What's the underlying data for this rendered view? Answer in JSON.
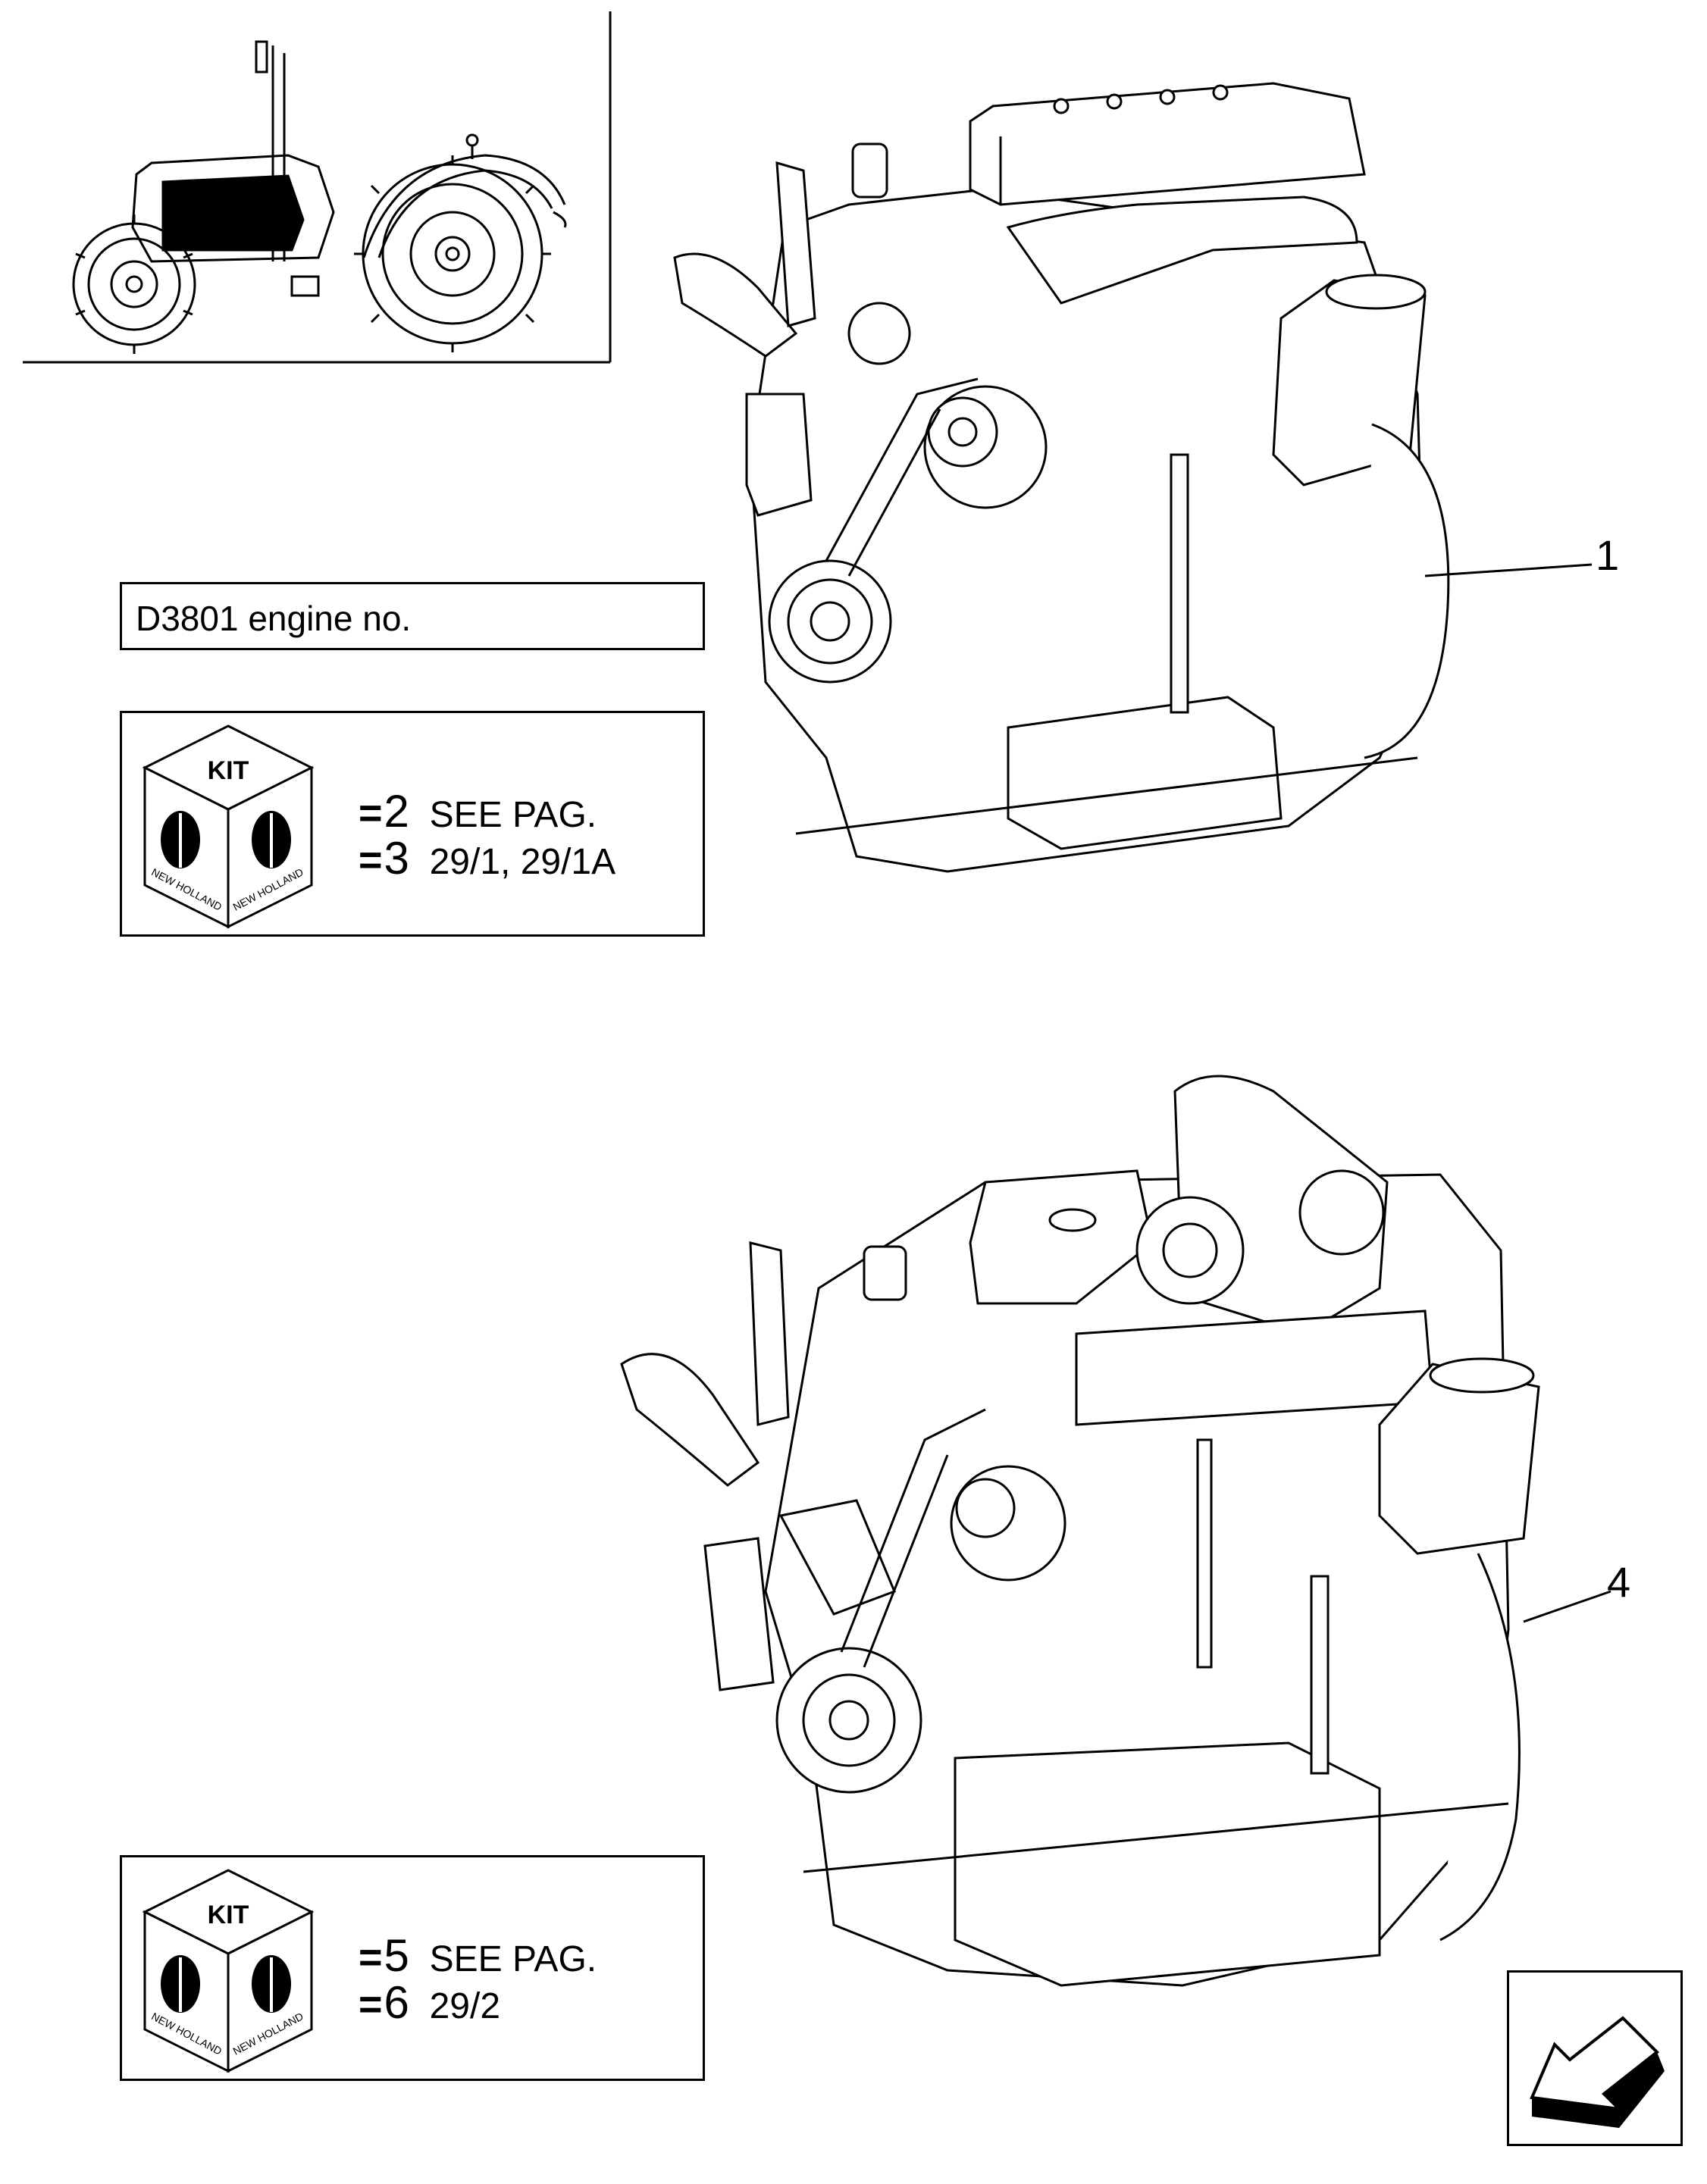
{
  "engine_label": "D3801 engine no.",
  "kits": [
    {
      "badge_text": "KIT",
      "logo_text": "NEW HOLLAND",
      "rows": [
        {
          "eq": "=",
          "num": "2",
          "text": "SEE PAG."
        },
        {
          "eq": "=",
          "num": "3",
          "text": "29/1, 29/1A"
        }
      ]
    },
    {
      "badge_text": "KIT",
      "logo_text": "NEW HOLLAND",
      "rows": [
        {
          "eq": "=",
          "num": "5",
          "text": "SEE PAG."
        },
        {
          "eq": "=",
          "num": "6",
          "text": "29/2"
        }
      ]
    }
  ],
  "callouts": [
    "1",
    "4"
  ],
  "icons": [
    "tractor-thumbnail-icon",
    "engine-drawing-icon",
    "kit-cube-icon",
    "new-holland-leaf-icon",
    "navigation-arrow-icon"
  ]
}
